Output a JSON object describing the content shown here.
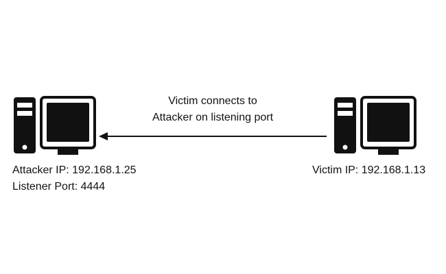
{
  "diagram": {
    "arrow_label": {
      "line1": "Victim connects to",
      "line2": "Attacker on listening port"
    },
    "attacker": {
      "icon": "computer-icon",
      "ip_label": "Attacker IP: 192.168.1.25",
      "port_label": "Listener Port: 4444"
    },
    "victim": {
      "icon": "computer-icon",
      "ip_label": "Victim IP: 192.168.1.13"
    },
    "colors": {
      "stroke": "#111111",
      "screen": "#111111",
      "background": "#ffffff"
    }
  }
}
